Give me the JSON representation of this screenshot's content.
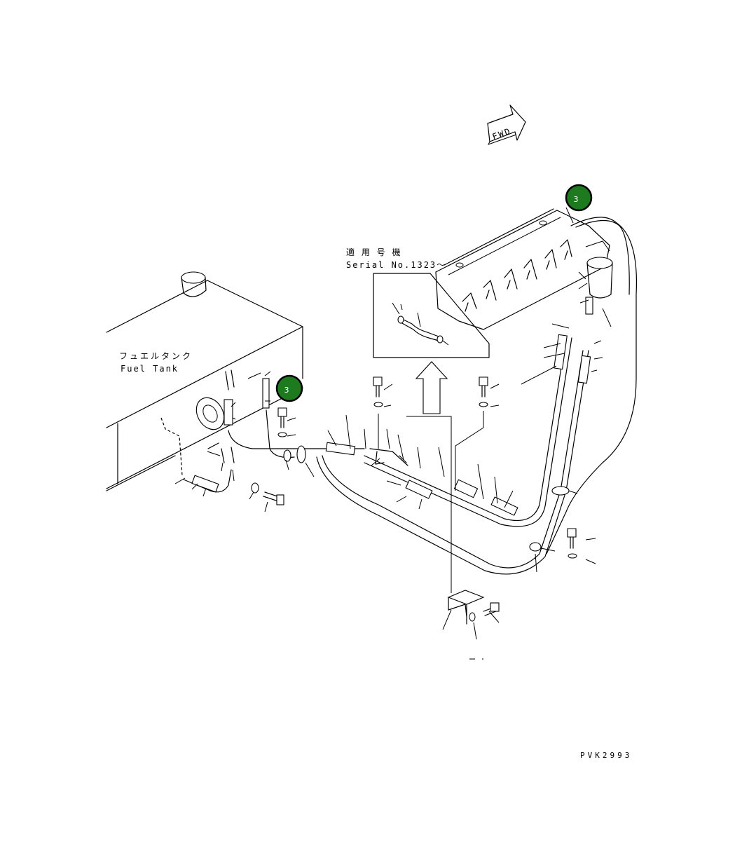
{
  "fwd_label": "FWD",
  "fuel_tank": {
    "label_jp": "フュエルタンク",
    "label_en": "Fuel Tank"
  },
  "serial_note": {
    "label_jp": "適 用 号 機",
    "label_en": "Serial No.1323～"
  },
  "callouts": [
    {
      "number": "3",
      "color": "#1e7a1e"
    },
    {
      "number": "3",
      "color": "#1e7a1e"
    }
  ],
  "drawing_code": "PVK2993",
  "icons": [
    "fwd-arrow-icon",
    "callout-badge-icon"
  ]
}
